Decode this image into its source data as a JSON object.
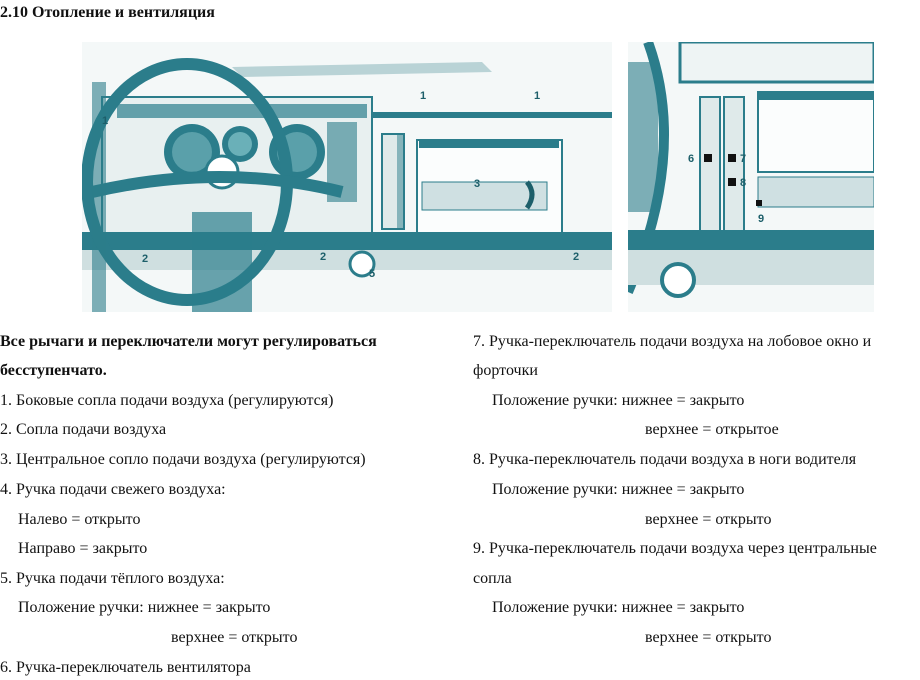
{
  "title": "2.10 Отопление и вентиляция",
  "figure": {
    "colors": {
      "teal": "#2b7d8b",
      "dark": "#1d5f6a",
      "light": "#eef4f4"
    },
    "labels_left": [
      "1",
      "1",
      "1",
      "2",
      "2",
      "2",
      "3",
      "5"
    ],
    "labels_right": [
      "6",
      "7",
      "8",
      "9"
    ]
  },
  "left_column": {
    "intro_line1": "Все рычаги и переключатели могут регулироваться",
    "intro_line2": "бесступенчато.",
    "items": [
      "1. Боковые сопла подачи воздуха (регулируются)",
      "2. Сопла подачи воздуха",
      "3. Центральное сопло подачи воздуха (регулируются)",
      "4. Ручка подачи свежего воздуха:",
      "Налево = открыто",
      "Направо = закрыто",
      "5. Ручка подачи тёплого воздуха:",
      "Положение ручки: нижнее = закрыто",
      "верхнее = открыто",
      "6. Ручка-переключатель вентилятора"
    ]
  },
  "right_column": {
    "items": [
      "7. Ручка-переключатель подачи воздуха на лобовое окно и",
      "форточки",
      "Положение ручки: нижнее = закрыто",
      "верхнее = открытое",
      "8. Ручка-переключатель подачи воздуха в ноги водителя",
      "Положение ручки: нижнее = закрыто",
      "верхнее = открыто",
      "9. Ручка-переключатель подачи воздуха через центральные",
      "сопла",
      "Положение ручки: нижнее = закрыто",
      "верхнее = открыто"
    ]
  }
}
